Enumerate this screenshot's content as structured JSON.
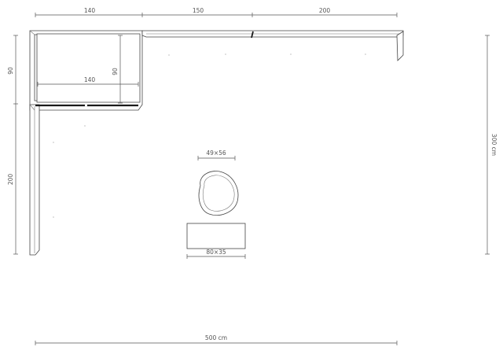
{
  "dimensions": {
    "top_left": "140",
    "top_middle": "150",
    "top_right": "200",
    "left_upper": "90",
    "left_lower": "200",
    "inner_width": "140",
    "inner_height": "90",
    "right_total": "300 cm",
    "bottom_total": "500 cm"
  },
  "items": {
    "round_label": "49×56",
    "rect_label": "80×35"
  }
}
